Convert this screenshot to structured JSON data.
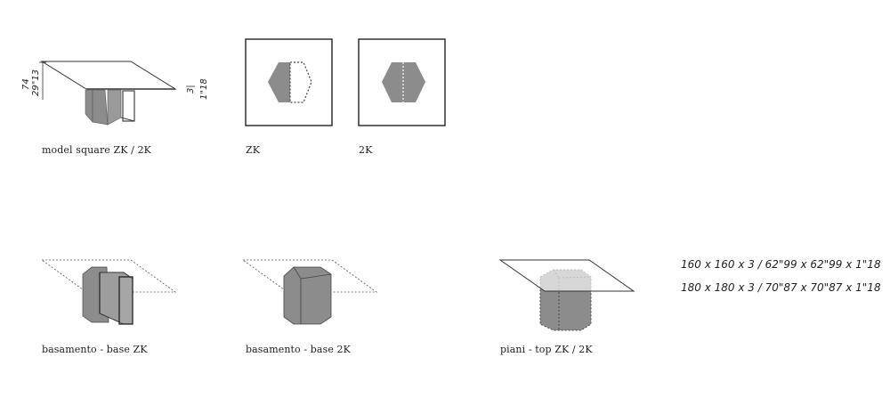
{
  "labels": {
    "model_square": "model square ZK / 2K",
    "zk": "ZK",
    "2k": "2K",
    "base_zk": "basamento - base ZK",
    "base_2k": "basamento - base 2K",
    "top": "piani - top ZK / 2K"
  },
  "dimensions": {
    "height_cm": "74",
    "height_in": "29\"13",
    "top_thickness_cm": "3",
    "top_thickness_in": "1\"18",
    "size_160": "160 x 160 x 3 / 62\"99 x 62\"99 x 1\"18",
    "size_180": "180 x 180 x 3 / 70\"87 x 70\"87 x 1\"18"
  },
  "colors": {
    "base_fill": "#8c8c8c",
    "line": "#333333"
  }
}
